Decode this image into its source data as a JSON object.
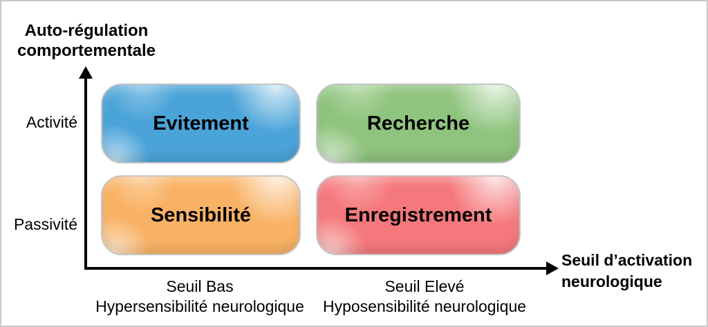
{
  "diagram": {
    "title_context": "Quadrant model of sensory processing (French)"
  },
  "y_axis": {
    "title_line1": "Auto-régulation",
    "title_line2": "comportementale",
    "tick_top": "Activité",
    "tick_bottom": "Passivité"
  },
  "x_axis": {
    "title_line1": "Seuil d’activation",
    "title_line2": "neurologique",
    "tick_left_line1": "Seuil Bas",
    "tick_left_line2": "Hypersensibilité neurologique",
    "tick_right_line1": "Seuil Elevé",
    "tick_right_line2": "Hyposensibilité neurologique"
  },
  "quadrants": [
    {
      "label": "Evitement",
      "fill": "#4BA4D9",
      "position": "top-left (low threshold, active)"
    },
    {
      "label": "Recherche",
      "fill": "#8FC47E",
      "position": "top-right (high threshold, active)"
    },
    {
      "label": "Sensibilité",
      "fill": "#F9B265",
      "position": "bottom-left (low threshold, passive)"
    },
    {
      "label": "Enregistrement",
      "fill": "#F5797C",
      "position": "bottom-right (high threshold, passive)"
    }
  ],
  "colors": {
    "axis": "#000000",
    "box_border": "#c6c6c6",
    "frame_border": "#c9c9c9",
    "background": "#ffffff",
    "text": "#000000"
  }
}
